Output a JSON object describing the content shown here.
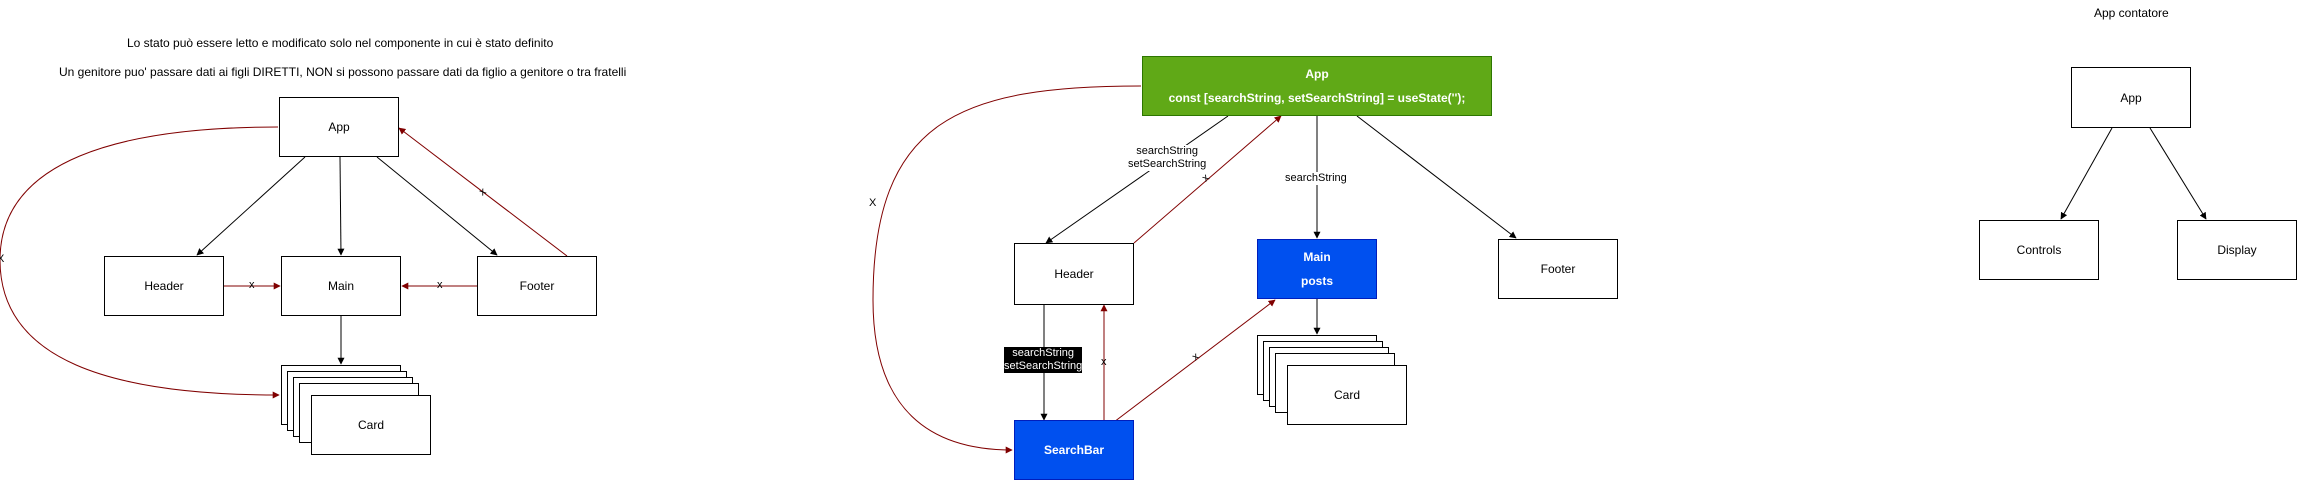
{
  "left": {
    "notes": [
      "Lo stato può essere letto e modificato solo nel componente in cui è stato definito",
      "Un genitore puo' passare dati ai figli DIRETTI, NON si possono passare dati da figlio a genitore o tra fratelli"
    ],
    "app": "App",
    "header": "Header",
    "main": "Main",
    "footer": "Footer",
    "card": "Card",
    "x_mark": "X",
    "x_small": "x"
  },
  "middle": {
    "app_title": "App",
    "app_code": "const [searchString, setSearchString] = useState('');",
    "header": "Header",
    "main_title": "Main",
    "main_sub": "posts",
    "footer": "Footer",
    "card": "Card",
    "searchbar": "SearchBar",
    "edge_app_header": [
      "searchString",
      "setSearchString"
    ],
    "edge_app_main": "searchString",
    "edge_header_searchbar": [
      "searchString",
      "setSearchString"
    ],
    "x_mark": "X",
    "x_small": "x"
  },
  "right": {
    "title": "App contatore",
    "app": "App",
    "controls": "Controls",
    "display": "Display"
  },
  "colors": {
    "green": "#60a917",
    "blue": "#0050ef",
    "red_edge": "#800000"
  }
}
